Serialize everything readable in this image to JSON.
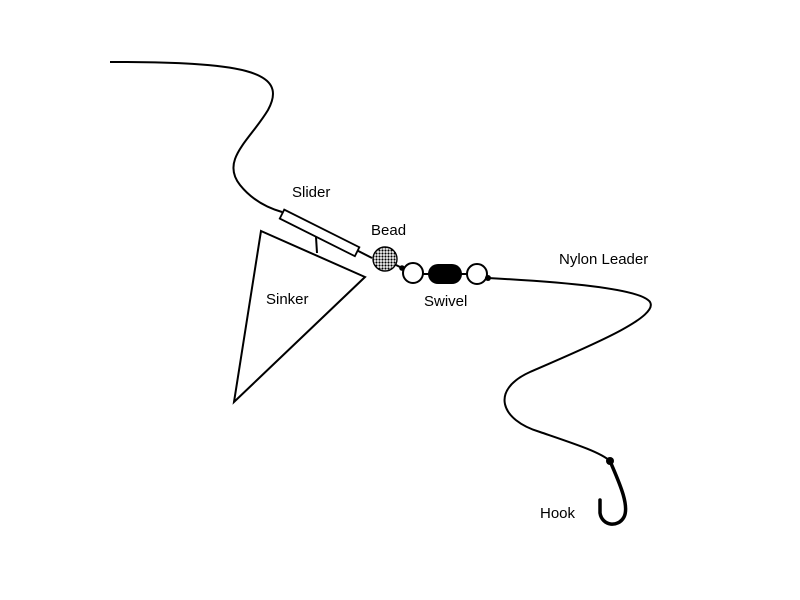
{
  "diagram": {
    "labels": {
      "slider": "Slider",
      "bead": "Bead",
      "sinker": "Sinker",
      "swivel": "Swivel",
      "nylon_leader": "Nylon Leader",
      "hook": "Hook"
    },
    "colors": {
      "line": "#000000",
      "background": "#ffffff"
    }
  }
}
